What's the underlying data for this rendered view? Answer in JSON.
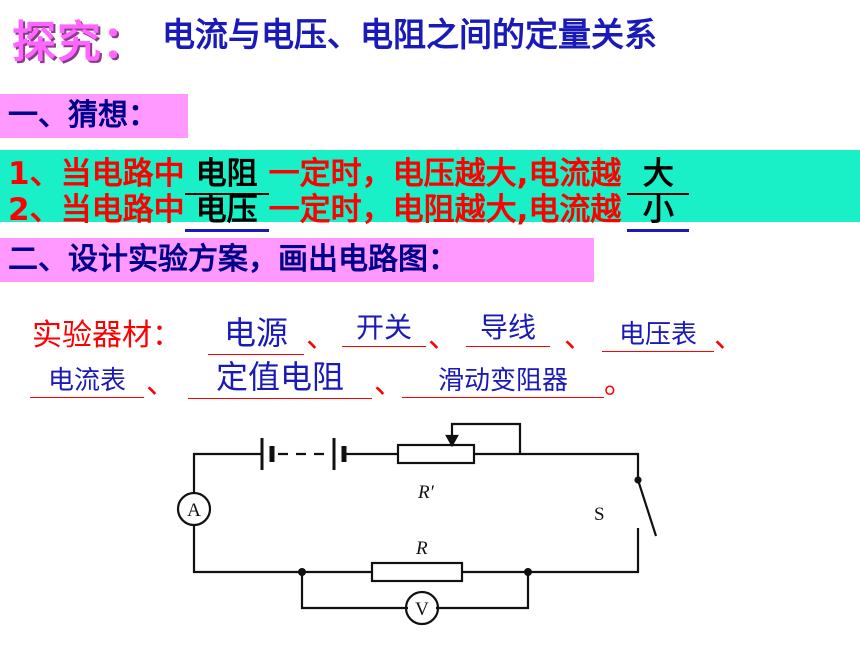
{
  "title": {
    "tag": "探究：",
    "main": "电流与电压、电阻之间的定量关系"
  },
  "section1": {
    "label": "一、猜想："
  },
  "hypothesis": {
    "line1": {
      "prefix": "1、当电路中",
      "blank1": "电阻",
      "middle": "一定时，电压越大,电流越",
      "blank2": "大"
    },
    "line2": {
      "prefix": "2、当电路中",
      "blank1": "电压",
      "middle": "一定时，电阻越大,电流越",
      "blank2": "小"
    }
  },
  "section2": {
    "label": "二、设计实验方案，画出电路图："
  },
  "materials": {
    "label": "实验器材：",
    "items": [
      "电源",
      "开关",
      "导线",
      "电压表",
      "电流表",
      "定值电阻",
      "滑动变阻器"
    ],
    "separator": "、",
    "end": "。"
  },
  "circuit": {
    "ammeter": "A",
    "voltmeter": "V",
    "rheostat": "R′",
    "resistor": "R",
    "switch": "S"
  }
}
